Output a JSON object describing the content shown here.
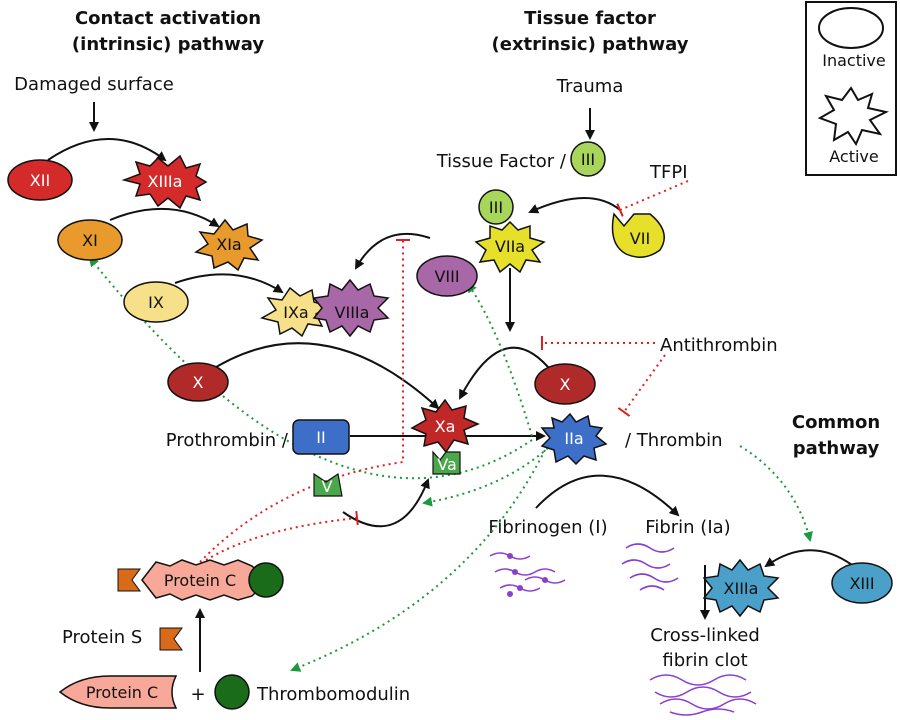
{
  "headings": {
    "intrinsic_1": "Contact activation",
    "intrinsic_2": "(intrinsic) pathway",
    "extrinsic_1": "Tissue factor",
    "extrinsic_2": "(extrinsic) pathway",
    "common_1": "Common",
    "common_2": "pathway"
  },
  "legend": {
    "inactive": "Inactive",
    "active": "Active"
  },
  "labels": {
    "damaged_surface": "Damaged surface",
    "trauma": "Trauma",
    "tissue_factor": "Tissue Factor /",
    "tfpi": "TFPI",
    "antithrombin": "Antithrombin",
    "prothrombin": "Prothrombin /",
    "thrombin": "/ Thrombin",
    "fibrinogen": "Fibrinogen (I)",
    "fibrin": "Fibrin (Ia)",
    "clot_1": "Cross-linked",
    "clot_2": "fibrin clot",
    "protein_s": "Protein S",
    "plus": "+",
    "thrombomodulin": "Thrombomodulin"
  },
  "factors": {
    "xii": "XII",
    "xiia": "XIIIa",
    "xi": "XI",
    "xia": "XIa",
    "ix": "IX",
    "ixa": "IXa",
    "viiia": "VIIIa",
    "viii": "VIII",
    "x_left": "X",
    "xa": "Xa",
    "va": "Va",
    "v": "V",
    "ii": "II",
    "iia": "IIa",
    "x_right": "X",
    "iii_top": "III",
    "iii_bound": "III",
    "viia": "VIIa",
    "vii": "VII",
    "xiii": "XIII",
    "xiiia": "XIIIa",
    "protein_c_active": "Protein C",
    "protein_c_inactive": "Protein C"
  },
  "colors": {
    "red": "#d42a2a",
    "orange": "#e89a2c",
    "yellow": "#f7e08a",
    "purple": "#a868a8",
    "darkred": "#b02a2a",
    "blue": "#3d6fc8",
    "green": "#4aa84a",
    "lime": "#a8d65a",
    "yellowgreen": "#e6e02a",
    "teal": "#4aa0c8",
    "salmon": "#f8a898",
    "darkgreen": "#1a6b1a",
    "protein_s": "#d86a1a",
    "fibrin": "#8a3fd1",
    "inhibit": "#e02020",
    "activate": "#1a9a3a"
  }
}
